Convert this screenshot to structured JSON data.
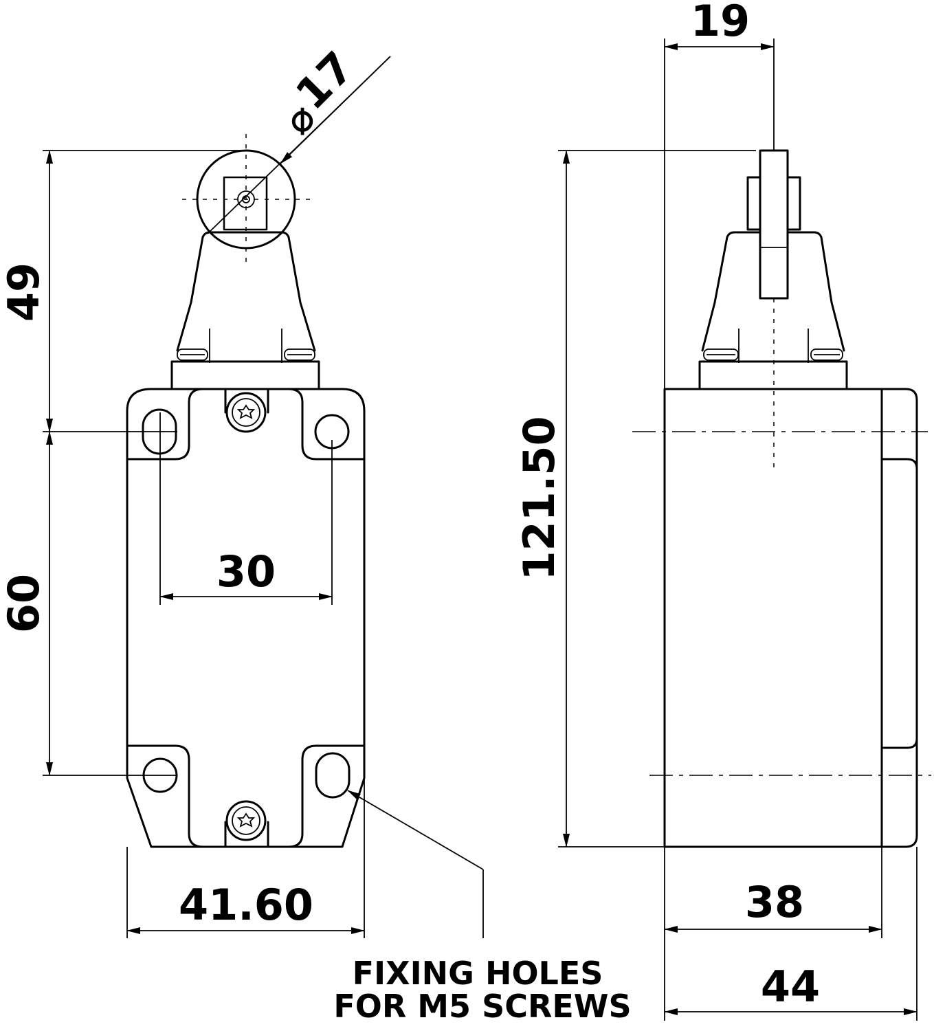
{
  "dimensions": {
    "roller_diameter": "17",
    "actuator_height": "49",
    "hole_spacing_vertical": "60",
    "hole_spacing_horizontal": "30",
    "body_width": "41.60",
    "lever_width": "19",
    "overall_height": "121.50",
    "body_depth": "38",
    "overall_depth": "44"
  },
  "diameter_symbol": "⌀",
  "note": {
    "line1": "FIXING HOLES",
    "line2": "FOR M5 SCREWS"
  },
  "colors": {
    "line": "#000000",
    "background": "#ffffff"
  }
}
